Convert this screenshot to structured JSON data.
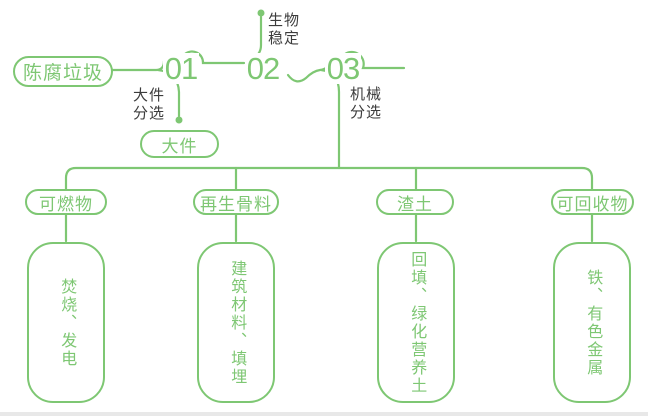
{
  "colors": {
    "green": "#7ec773",
    "label_dark": "#3c3c3c",
    "bottom_bar": "#e8e8e8"
  },
  "source": {
    "label": "陈腐垃圾"
  },
  "steps": [
    {
      "number": "01",
      "process": "大件分选",
      "output": "大件"
    },
    {
      "number": "02",
      "process": "生物稳定"
    },
    {
      "number": "03",
      "process": "机械分选"
    }
  ],
  "branches": [
    {
      "category": "可燃物",
      "disposal": "焚烧、发电"
    },
    {
      "category": "再生骨料",
      "disposal": "建筑材料、填埋"
    },
    {
      "category": "渣土",
      "disposal": "回填、绿化营养土"
    },
    {
      "category": "可回收物",
      "disposal": "铁、有色金属"
    }
  ]
}
